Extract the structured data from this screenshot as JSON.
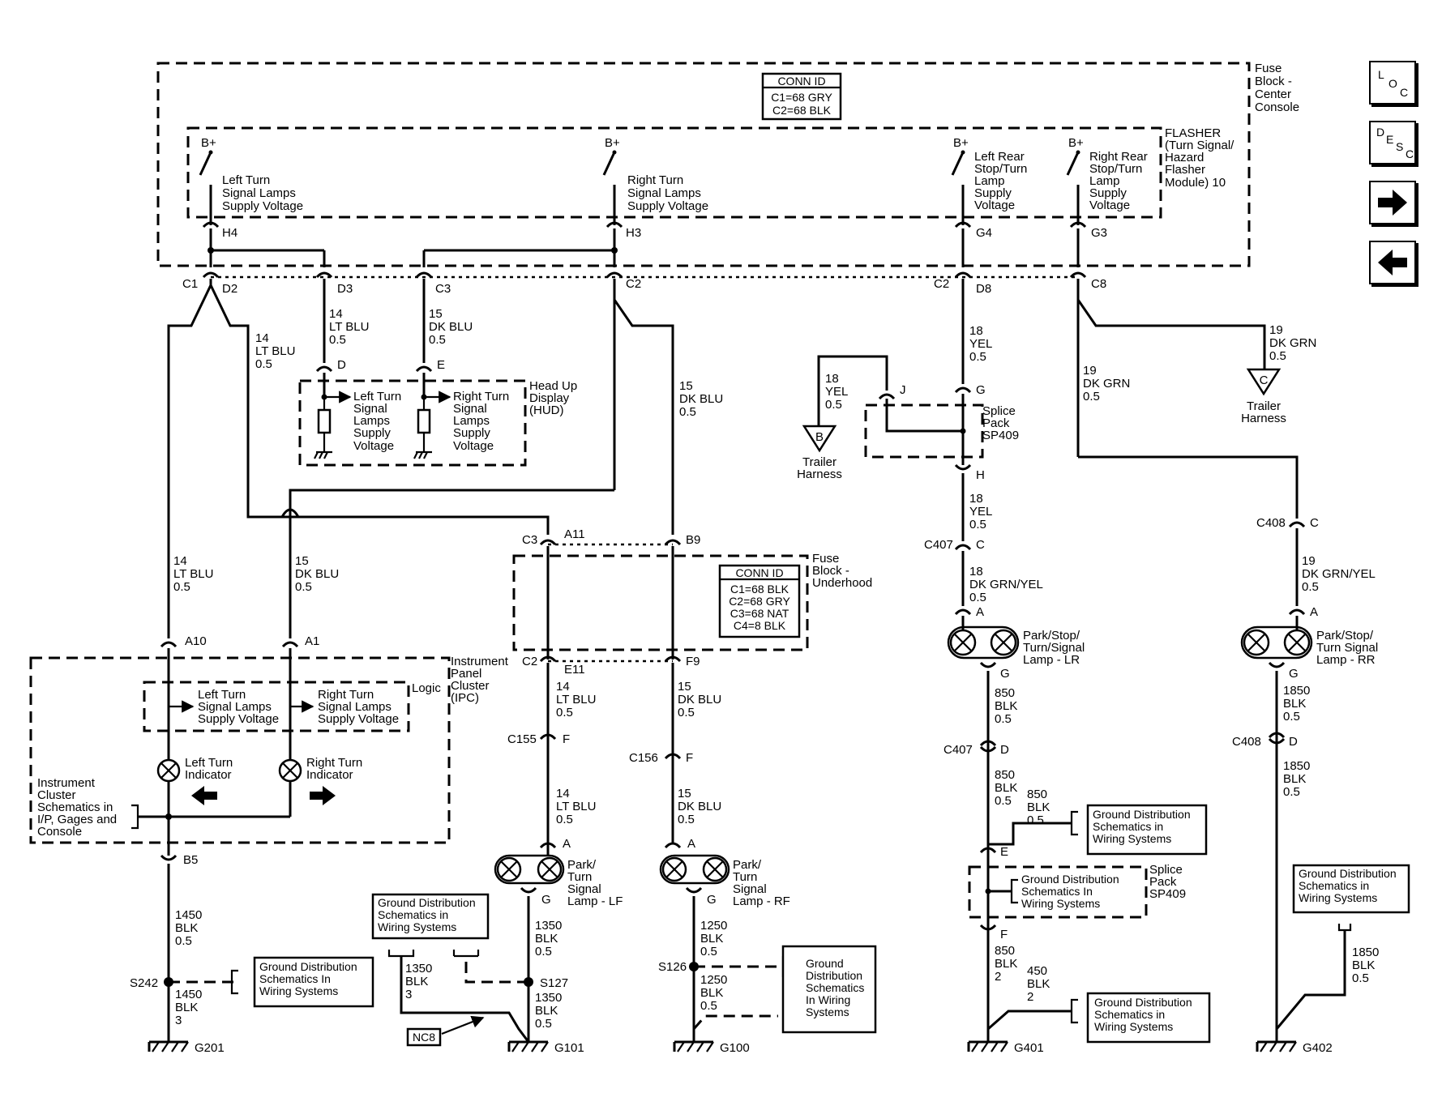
{
  "fb_center": {
    "title": [
      "Fuse",
      "Block -",
      "Center",
      "Console"
    ]
  },
  "conn_id_center": {
    "header": "CONN ID",
    "lines": [
      "C1=68 GRY",
      "C2=68 BLK"
    ]
  },
  "flasher": {
    "title": [
      "FLASHER",
      "(Turn Signal/",
      "Hazard",
      "Flasher",
      "Module) 10"
    ]
  },
  "supplies": [
    {
      "bplus": "B+",
      "lines": [
        "Left Turn",
        "Signal Lamps",
        "Supply Voltage"
      ],
      "pin": "H4"
    },
    {
      "bplus": "B+",
      "lines": [
        "Right Turn",
        "Signal Lamps",
        "Supply Voltage"
      ],
      "pin": "H3"
    },
    {
      "bplus": "B+",
      "lines": [
        "Left Rear",
        "Stop/Turn",
        "Lamp",
        "Supply",
        "Voltage"
      ],
      "pin": "G4"
    },
    {
      "bplus": "B+",
      "lines": [
        "Right Rear",
        "Stop/Turn",
        "Lamp",
        "Supply",
        "Voltage"
      ],
      "pin": "G3"
    }
  ],
  "conn_row1": {
    "c1": "C1",
    "d2": "D2",
    "d3": "D3",
    "c3": "C3",
    "c2a": "C2",
    "c2b": "C2",
    "d8": "D8",
    "c8": "C8"
  },
  "wires": {
    "w_d2": [
      "14",
      "LT BLU",
      "0.5"
    ],
    "w_d3": [
      "14",
      "LT BLU",
      "0.5"
    ],
    "w_c3": [
      "15",
      "DK BLU",
      "0.5"
    ],
    "w_c2": [
      "15",
      "DK BLU",
      "0.5"
    ],
    "w_d8": [
      "18",
      "YEL",
      "0.5"
    ],
    "w_c8a": [
      "19",
      "DK GRN",
      "0.5"
    ],
    "w_c8b": [
      "19",
      "DK GRN",
      "0.5"
    ],
    "w_trl": [
      "18",
      "YEL",
      "0.5"
    ],
    "w_h": [
      "18",
      "YEL",
      "0.5"
    ],
    "w_lr": [
      "18",
      "DK GRN/YEL",
      "0.5"
    ],
    "w_rr": [
      "19",
      "DK GRN/YEL",
      "0.5"
    ],
    "w_a10": [
      "14",
      "LT BLU",
      "0.5"
    ],
    "w_a1": [
      "15",
      "DK BLU",
      "0.5"
    ],
    "w_e11": [
      "14",
      "LT BLU",
      "0.5"
    ],
    "w_f9": [
      "15",
      "DK BLU",
      "0.5"
    ],
    "w_lf": [
      "14",
      "LT BLU",
      "0.5"
    ],
    "w_rf": [
      "15",
      "DK BLU",
      "0.5"
    ],
    "w_lrg": [
      "850",
      "BLK",
      "0.5"
    ],
    "w_c407d": [
      "850",
      "BLK",
      "0.5"
    ],
    "w_gdA": [
      "850",
      "BLK",
      "0.5"
    ],
    "w_f850": [
      "850",
      "BLK",
      "2"
    ],
    "w_450": [
      "450",
      "BLK",
      "2"
    ],
    "w_rrg": [
      "1850",
      "BLK",
      "0.5"
    ],
    "w_c408d": [
      "1850",
      "BLK",
      "0.5"
    ],
    "w_g402": [
      "1850",
      "BLK",
      "0.5"
    ],
    "w_b5": [
      "1450",
      "BLK",
      "0.5"
    ],
    "w_s242": [
      "1450",
      "BLK",
      "3"
    ],
    "w_lfg": [
      "1350",
      "BLK",
      "0.5"
    ],
    "w_s127": [
      "1350",
      "BLK",
      "0.5"
    ],
    "w_nc8": [
      "1350",
      "BLK",
      "3"
    ],
    "w_rfg": [
      "1250",
      "BLK",
      "0.5"
    ],
    "w_s126": [
      "1250",
      "BLK",
      "0.5"
    ]
  },
  "hud": {
    "title": [
      "Head Up",
      "Display",
      "(HUD)"
    ],
    "pin_d": "D",
    "pin_e": "E",
    "left": [
      "Left Turn",
      "Signal",
      "Lamps",
      "Supply",
      "Voltage"
    ],
    "right": [
      "Right Turn",
      "Signal",
      "Lamps",
      "Supply",
      "Voltage"
    ]
  },
  "trailer": {
    "b": "B",
    "c": "C",
    "b_label": [
      "Trailer",
      "Harness"
    ],
    "c_label": [
      "Trailer",
      "Harness"
    ]
  },
  "splice409": {
    "j": "J",
    "g": "G",
    "h": "H",
    "label": [
      "Splice",
      "Pack",
      "SP409"
    ],
    "e": "E",
    "f": "F"
  },
  "conn_mid": {
    "c407c": "C407",
    "c407c_pin": "C",
    "c408c": "C408",
    "c408c_pin": "C",
    "c3": "C3",
    "a11": "A11",
    "b9": "B9",
    "c2": "C2",
    "e11": "E11",
    "f9": "F9",
    "a10": "A10",
    "a1": "A1",
    "b5": "B5",
    "c155": "C155",
    "c155_pin": "F",
    "c156": "C156",
    "c156_pin": "F",
    "c407d": "C407",
    "c407d_pin": "D",
    "c408d": "C408",
    "c408d_pin": "D"
  },
  "fb_under": {
    "title": [
      "Fuse",
      "Block -",
      "Underhood"
    ]
  },
  "conn_id_under": {
    "header": "CONN ID",
    "lines": [
      "C1=68 BLK",
      "C2=68 GRY",
      "C3=68 NAT",
      "C4=8 BLK"
    ]
  },
  "ipc": {
    "title": [
      "Instrument",
      "Panel",
      "Cluster",
      "(IPC)"
    ],
    "logic": "Logic",
    "left_supply": [
      "Left Turn",
      "Signal Lamps",
      "Supply Voltage"
    ],
    "right_supply": [
      "Right Turn",
      "Signal Lamps",
      "Supply Voltage"
    ],
    "left_ind": [
      "Left Turn",
      "Indicator"
    ],
    "right_ind": [
      "Right Turn",
      "Indicator"
    ],
    "ref": [
      "Instrument",
      "Cluster",
      "Schematics in",
      "I/P, Gages and",
      "Console"
    ]
  },
  "lamps": {
    "lr": {
      "label": [
        "Park/Stop/",
        "Turn/Signal",
        "Lamp - LR"
      ],
      "a": "A",
      "g": "G"
    },
    "rr": {
      "label": [
        "Park/Stop/",
        "Turn Signal",
        "Lamp - RR"
      ],
      "a": "A",
      "g": "G"
    },
    "lf": {
      "label": [
        "Park/",
        "Turn",
        "Signal",
        "Lamp - LF"
      ],
      "a": "A",
      "g": "G"
    },
    "rf": {
      "label": [
        "Park/",
        "Turn",
        "Signal",
        "Lamp - RF"
      ],
      "a": "A",
      "g": "G"
    }
  },
  "ground_ref": {
    "g1": [
      "Ground Distribution",
      "Schematics In",
      "Wiring Systems"
    ],
    "g2": [
      "Ground Distribution",
      "Schematics in",
      "Wiring Systems"
    ],
    "g3": [
      "Ground Distribution",
      "Schematics in",
      "Wiring Systems"
    ],
    "g4": [
      "Ground Distribution",
      "Schematics In",
      "Wiring Systems"
    ],
    "g5": [
      "Ground Distribution",
      "Schematics in",
      "Wiring Systems"
    ],
    "g6": [
      "Ground",
      "Distribution",
      "Schematics",
      "In Wiring",
      "Systems"
    ],
    "g7": [
      "Ground Distribution",
      "Schematics in",
      "Wiring Systems"
    ]
  },
  "splices": {
    "s242": "S242",
    "s127": "S127",
    "s126": "S126"
  },
  "nc8": "NC8",
  "grounds": {
    "g201": "G201",
    "g101": "G101",
    "g100": "G100",
    "g401": "G401",
    "g402": "G402"
  },
  "nav": {
    "loc": [
      "L",
      "O",
      "C"
    ],
    "desc": [
      "D",
      "E",
      "S",
      "C"
    ],
    "next_icon": "arrow-right-icon",
    "prev_icon": "arrow-left-icon"
  }
}
